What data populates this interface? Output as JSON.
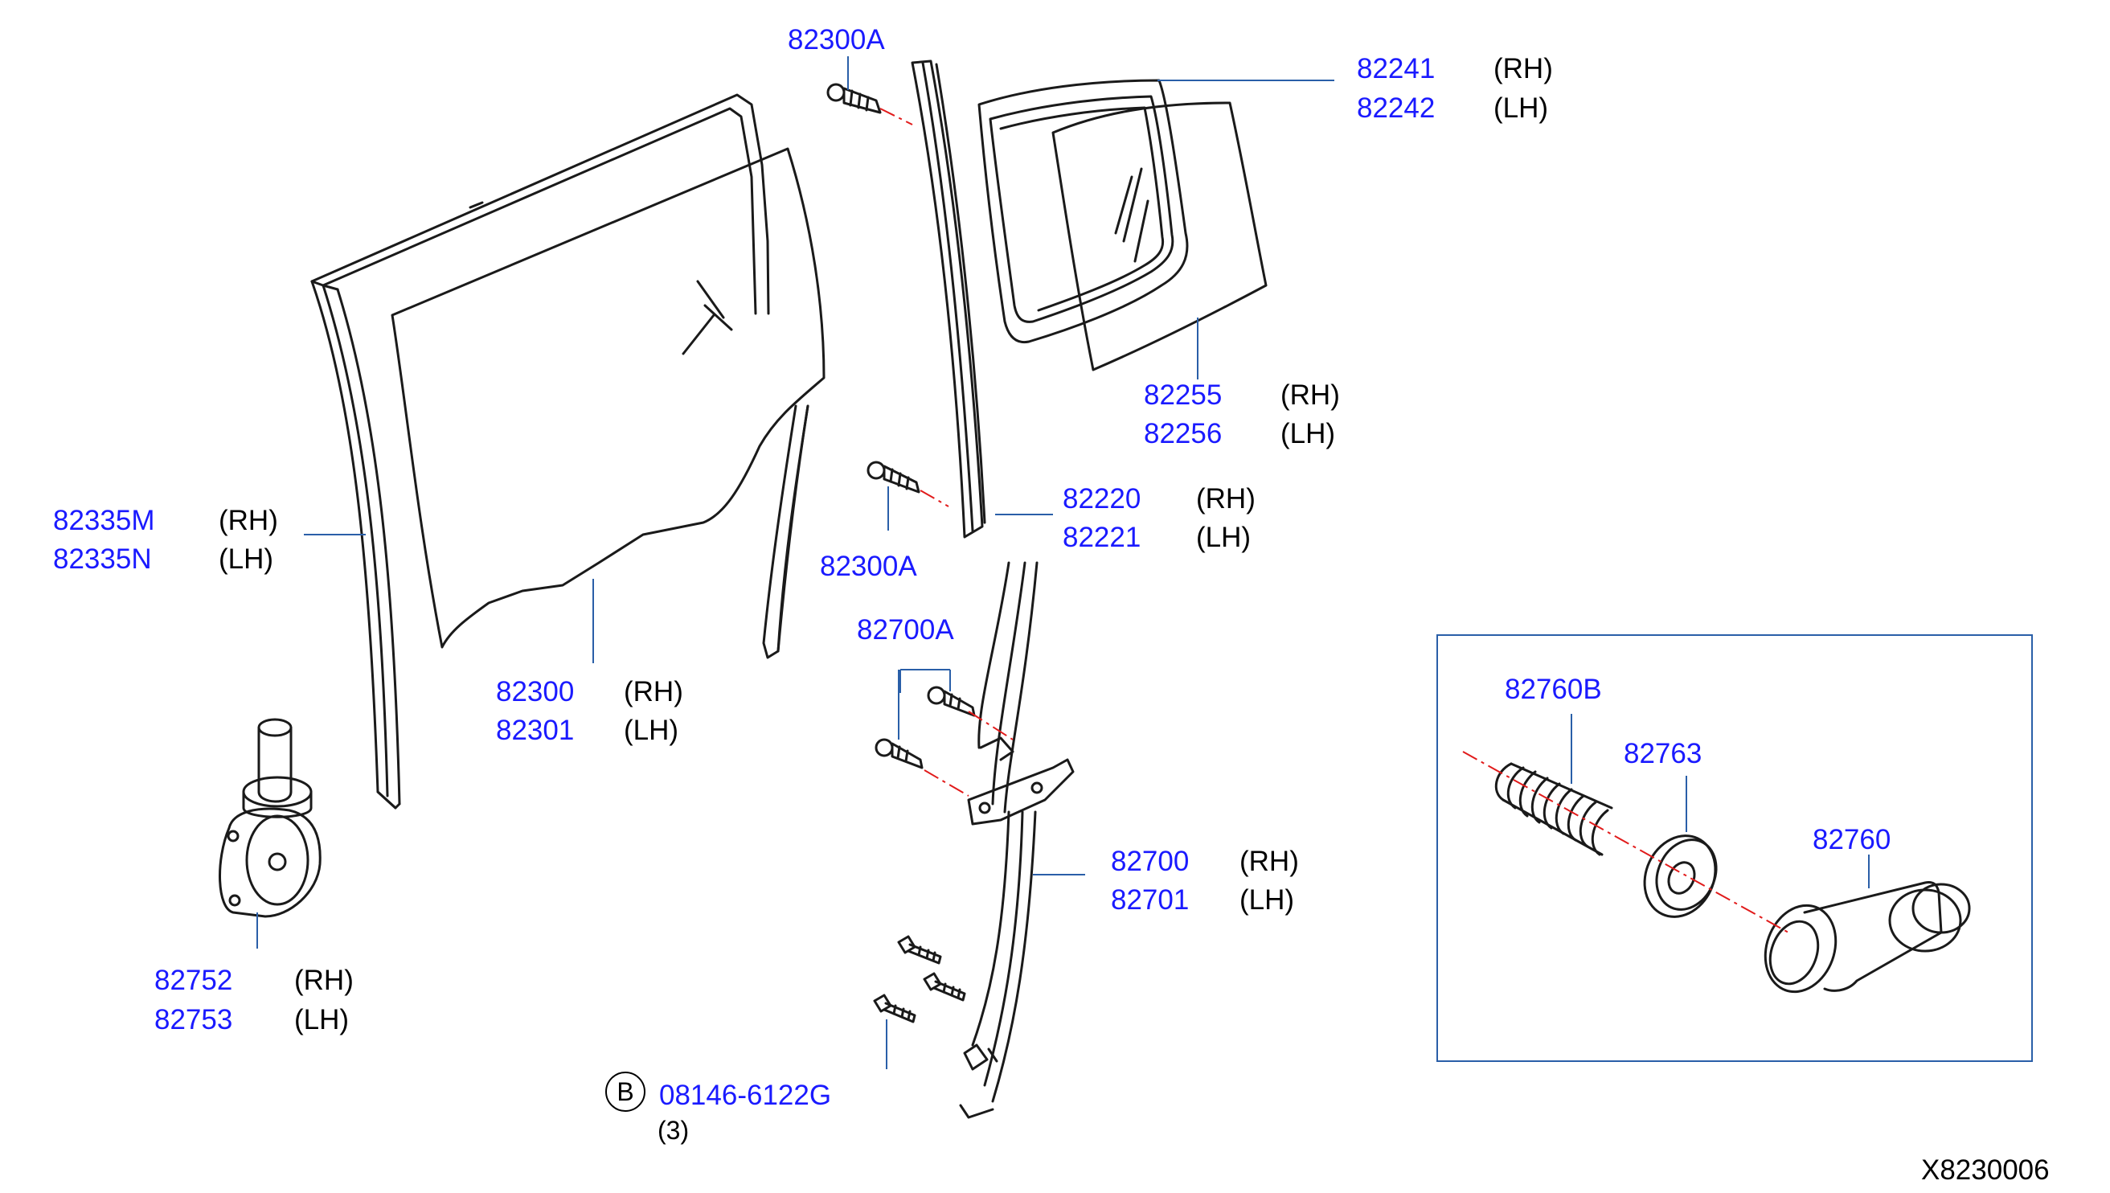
{
  "colors": {
    "part_number": "#1a1aff",
    "leader_line": "#2a5fa8",
    "centerline": "#e11b1b",
    "drawing": "#1a1a1a"
  },
  "labels": {
    "p82300A_top": "82300A",
    "p82241": "82241",
    "p82242": "82242",
    "p82255": "82255",
    "p82256": "82256",
    "p82335M": "82335M",
    "p82335N": "82335N",
    "p82220": "82220",
    "p82221": "82221",
    "p82300A_mid": "82300A",
    "p82300": "82300",
    "p82301": "82301",
    "p82700A": "82700A",
    "p82700": "82700",
    "p82701": "82701",
    "p82752": "82752",
    "p82753": "82753",
    "p08146": "08146-6122G",
    "p82760B": "82760B",
    "p82763": "82763",
    "p82760": "82760"
  },
  "sides": {
    "rh": "(RH)",
    "lh": "(LH)"
  },
  "callout": {
    "letter": "B",
    "qty": "(3)"
  },
  "diagram_id": "X8230006"
}
